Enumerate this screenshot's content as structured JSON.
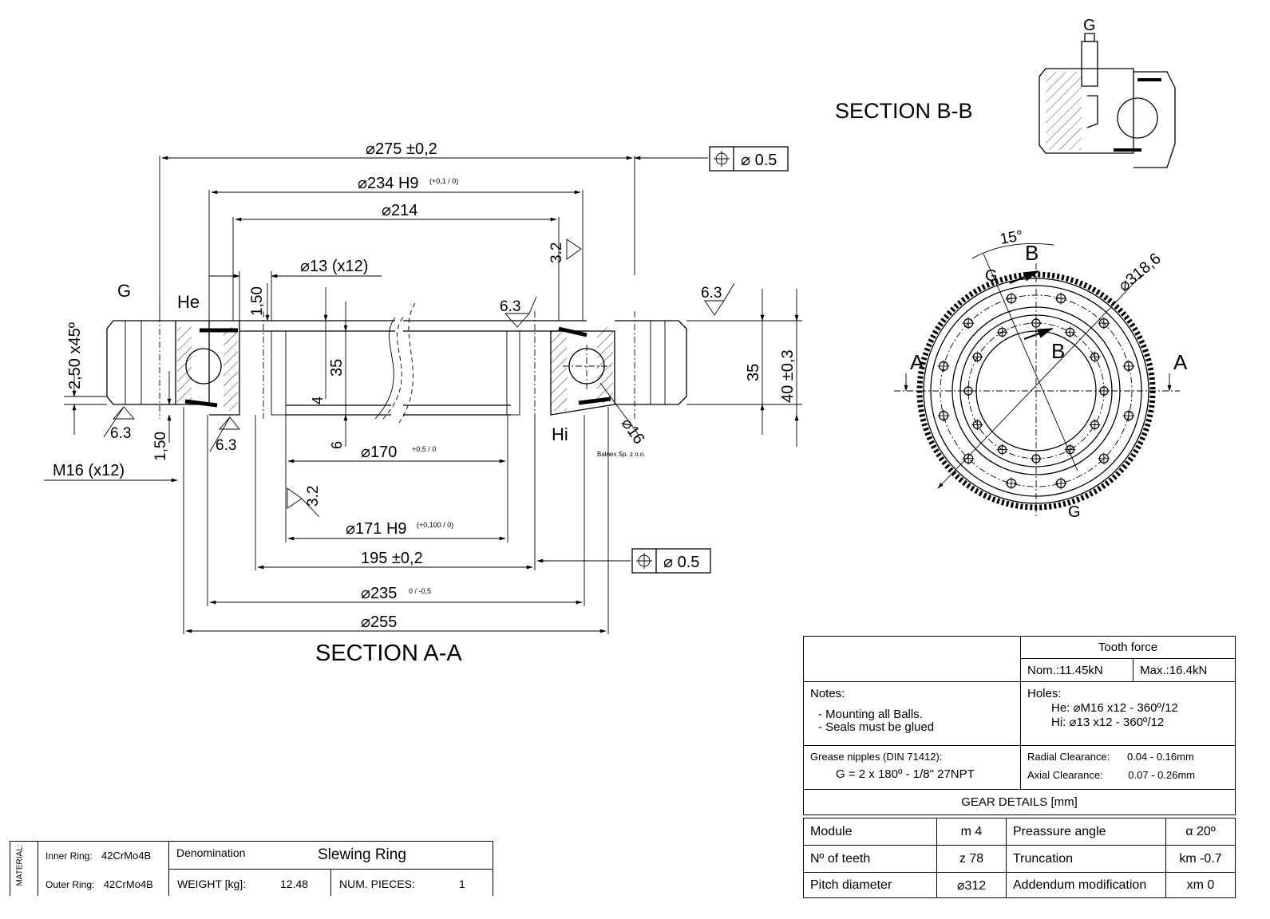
{
  "section_a": {
    "title": "SECTION A-A",
    "dims": {
      "d275": "⌀275 ±0,2",
      "d234": "⌀234 H9",
      "d234_tol": "(+0,1 / 0)",
      "d214": "⌀214",
      "d13": "⌀13 (x12)",
      "d170": "⌀170",
      "d170_tol": "+0,5 / 0",
      "d171": "⌀171 H9",
      "d171_tol": "(+0,100 / 0)",
      "d195": "195 ±0,2",
      "d235": "⌀235",
      "d235_tol": "0 / -0,5",
      "d255": "⌀255",
      "h35_left": "35",
      "h35_right": "35",
      "h40": "40 ±0,3",
      "v4": "4",
      "v6": "6",
      "v150_top": "1,50",
      "v150_bot": "1,50",
      "chamfer": "2,50 x45º",
      "m16": "M16 (x12)",
      "ball": "⌀16",
      "rough63": "6.3",
      "rough32": "3.2"
    },
    "labels": {
      "g": "G",
      "he": "He",
      "hi": "Hi",
      "watermark": "Balnex Sp. z o.o."
    },
    "tolerance_frames": [
      {
        "symbol": "⌖",
        "value": "⌀  0.5"
      },
      {
        "symbol": "⌖",
        "value": "⌀  0.5"
      }
    ]
  },
  "section_b": {
    "title": "SECTION B-B",
    "label_g": "G"
  },
  "plan_view": {
    "angle": "15°",
    "diameter": "⌀318,6",
    "label_a": "A",
    "label_b": "B",
    "label_g": "G"
  },
  "specs": {
    "tooth_force": {
      "header": "Tooth force",
      "nom": "Nom.:11.45kN",
      "max": "Max.:16.4kN"
    },
    "notes": {
      "header": "Notes:",
      "lines": [
        "- Mounting all Balls.",
        "- Seals must be glued"
      ]
    },
    "holes": {
      "header": "Holes:",
      "he": "He: ⌀M16 x12  - 360º/12",
      "hi": "Hi: ⌀13 x12  - 360º/12"
    },
    "grease": {
      "header": "Grease nipples (DIN 71412):",
      "value": "G = 2 x 180º  - 1/8\" 27NPT"
    },
    "radial": {
      "label": "Radial Clearance:",
      "value": "0.04 - 0.16mm"
    },
    "axial": {
      "label": "Axial Clearance:",
      "value": "0.07 - 0.26mm"
    },
    "gear_header": "GEAR DETAILS [mm]",
    "gear_rows": [
      {
        "k1": "Module",
        "v1": "m 4",
        "k2": "Preassure angle",
        "v2": "α 20º"
      },
      {
        "k1": "Nº of teeth",
        "v1": "z 78",
        "k2": "Truncation",
        "v2": "km -0.7"
      },
      {
        "k1": "Pitch diameter",
        "v1": "⌀312",
        "k2": "Addendum modification",
        "v2": "xm 0"
      }
    ]
  },
  "title_block": {
    "material": "MATERIAL:",
    "inner_label": "Inner Ring:",
    "inner_value": "42CrMo4B",
    "outer_label": "Outer Ring:",
    "outer_value": "42CrMo4B",
    "denomination_label": "Denomination",
    "denomination_value": "Slewing Ring",
    "weight_label": "WEIGHT [kg]:",
    "weight_value": "12.48",
    "pieces_label": "NUM. PIECES:",
    "pieces_value": "1"
  }
}
